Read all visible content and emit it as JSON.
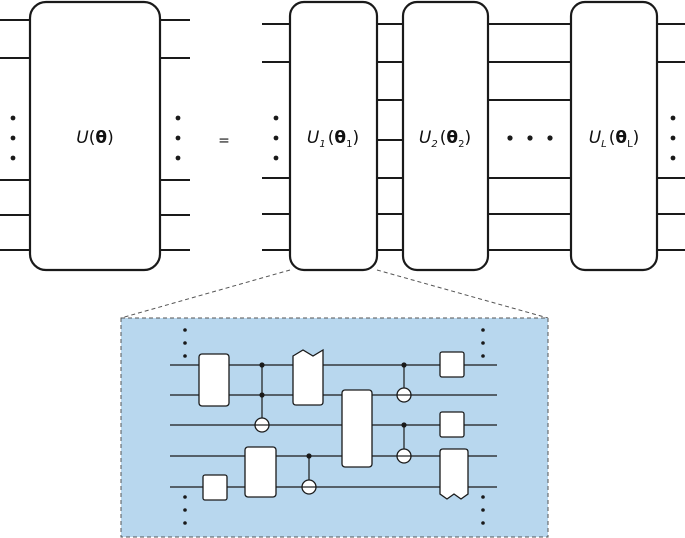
{
  "equation": {
    "left_block": {
      "symbol": "U",
      "param": "θ"
    },
    "equals": "=",
    "layers": [
      {
        "symbol": "U",
        "index": "1",
        "param": "θ",
        "param_index": "1"
      },
      {
        "symbol": "U",
        "index": "2",
        "param": "θ",
        "param_index": "2"
      },
      {
        "symbol": "U",
        "index": "L",
        "param": "θ",
        "param_index": "L"
      }
    ]
  },
  "inset": {
    "background_color": "#b8d7ee",
    "border_style": "dashed"
  },
  "colors": {
    "line": "#1a1a1a",
    "inset_fill": "#b8d7ee"
  }
}
